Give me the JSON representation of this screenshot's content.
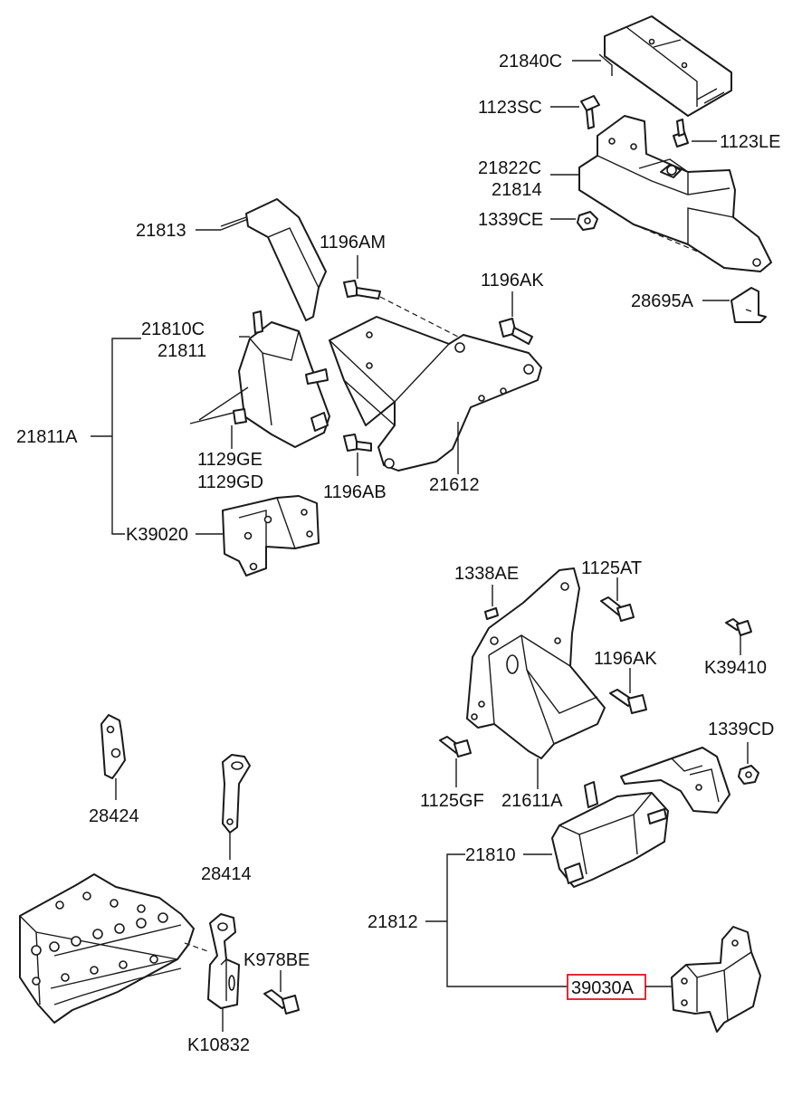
{
  "highlight_color": "#e0141e",
  "labels": {
    "p21840C": "21840C",
    "p1123SC": "1123SC",
    "p1123LE": "1123LE",
    "p21822C": "21822C",
    "p21814": "21814",
    "p1339CE": "1339CE",
    "p28695A": "28695A",
    "p21813": "21813",
    "p1196AM": "1196AM",
    "p1196AK_top": "1196AK",
    "p21810C": "21810C",
    "p21811": "21811",
    "p21811A": "21811A",
    "p1129GE": "1129GE",
    "p1129GD": "1129GD",
    "p1196AB": "1196AB",
    "p21612": "21612",
    "pK39020": "K39020",
    "p1338AE": "1338AE",
    "p1125AT": "1125AT",
    "p1196AK_mid": "1196AK",
    "pK39410": "K39410",
    "p1339CD": "1339CD",
    "p1125GF": "1125GF",
    "p21611A": "21611A",
    "p28424": "28424",
    "p28414": "28414",
    "p21810": "21810",
    "p21812": "21812",
    "p39030A": "39030A",
    "pK978BE": "K978BE",
    "pK10832": "K10832"
  }
}
